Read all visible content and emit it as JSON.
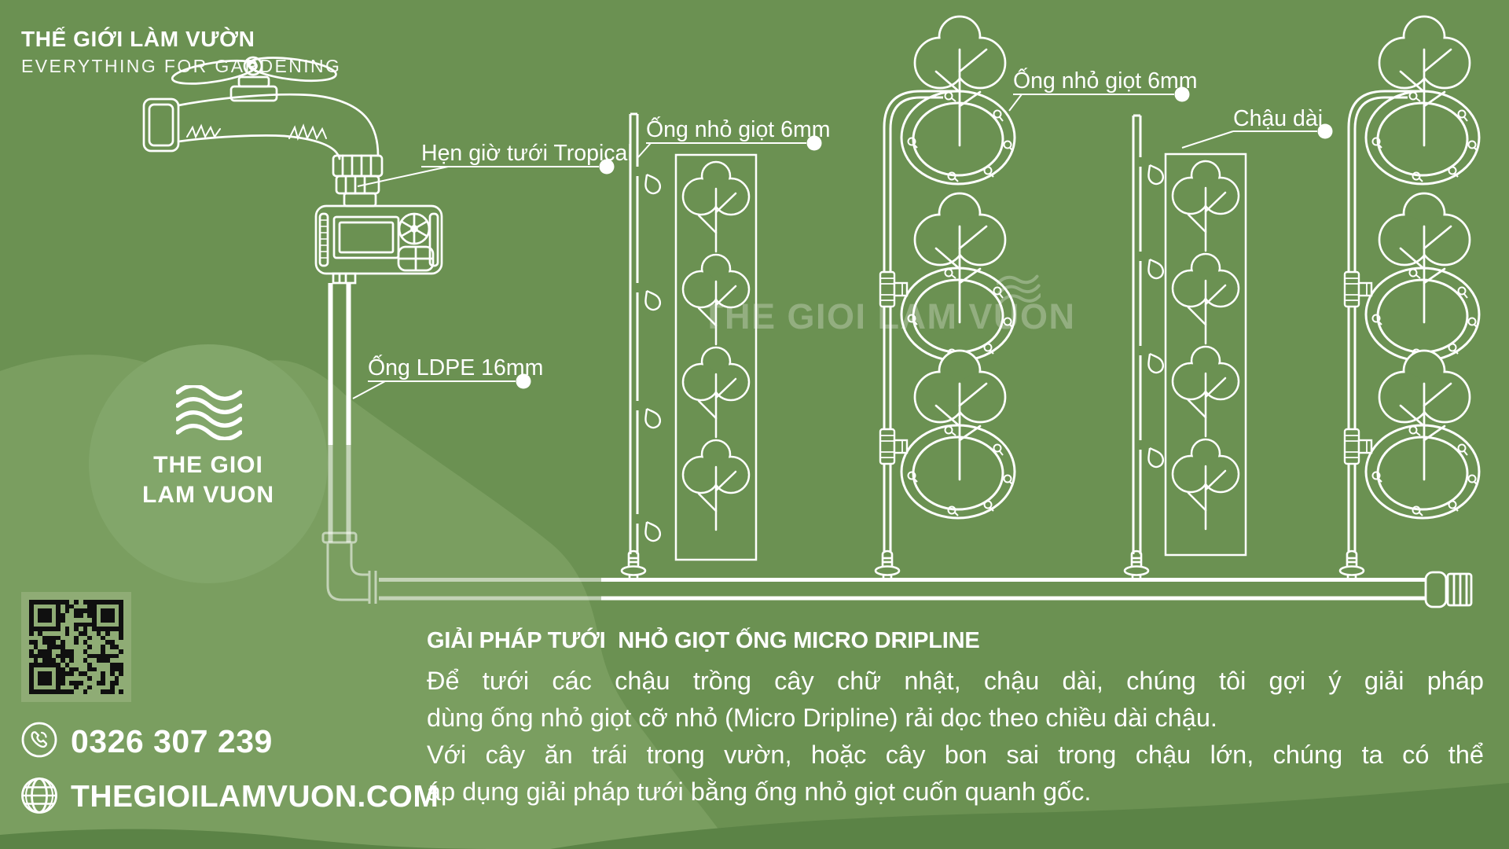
{
  "brand": {
    "name": "THẾ GIỚI LÀM VƯỜN",
    "tagline": "EVERYTHING FOR GARDENING"
  },
  "logo_badge": {
    "line1": "THE GIOI",
    "line2": "LAM VUON",
    "icon": "waves-icon"
  },
  "watermark": {
    "text": "THE GIOI LAM VUON"
  },
  "diagram_labels": {
    "timer": "Hẹn giờ tưới Tropical",
    "dripline_left": "Ống nhỏ giọt 6mm",
    "dripline_right": "Ống nhỏ giọt 6mm",
    "ldpe_pipe": "Ống LDPE 16mm",
    "long_pot": "Chậu dài"
  },
  "contact": {
    "phone": "0326 307 239",
    "website": "THEGIOILAMVUON.COM",
    "phone_icon": "phone-icon",
    "website_icon": "globe-icon"
  },
  "content": {
    "title": "GIẢI PHÁP TƯỚI  NHỎ GIỌT ỐNG MICRO DRIPLINE",
    "line1": "Để tưới các chậu trồng cây chữ nhật, chậu dài, chúng tôi gợi ý giải pháp",
    "line2": "dùng ống nhỏ giọt cỡ nhỏ (Micro Dripline) rải dọc theo chiều dài chậu.",
    "line3": "Với cây ăn trái trong vườn, hoặc cây bon sai trong chậu lớn, chúng ta có thể",
    "line4": "áp dụng giải pháp tưới bằng ống nhỏ giọt cuốn quanh gốc."
  },
  "colors": {
    "base_green": "#6B9152",
    "hill_green": "#7A9E60",
    "badge_green": "#82A66A",
    "dark_green": "#5B8346",
    "qr_tile_green": "#8FAC75",
    "line_white": "#FFFFFF"
  }
}
